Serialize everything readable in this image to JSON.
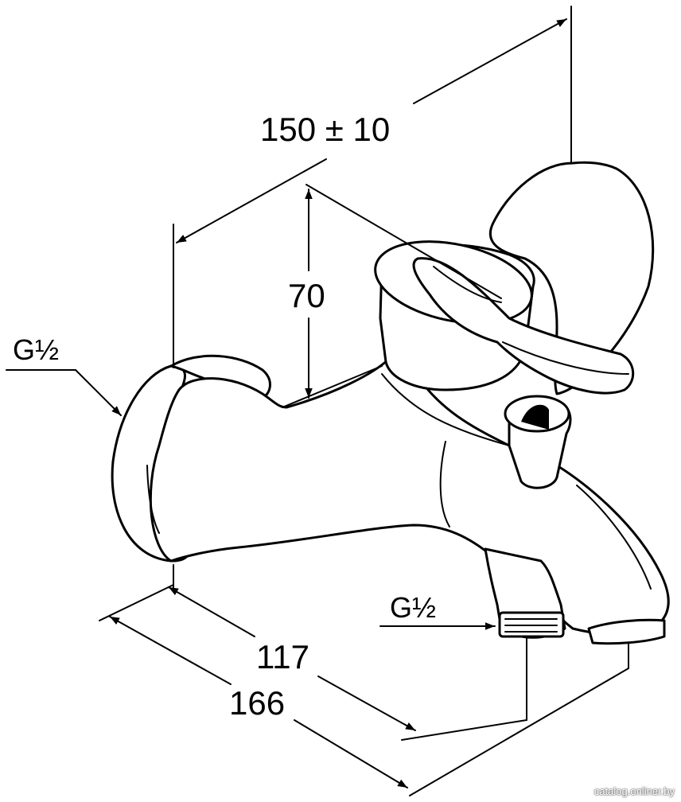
{
  "dimensions": {
    "width_tolerance": "150 ± 10",
    "height": "70",
    "depth_inner": "117",
    "depth_outer": "166"
  },
  "threads": {
    "inlet": "G½",
    "outlet": "G½"
  },
  "watermark": "catalog.onliner.by"
}
